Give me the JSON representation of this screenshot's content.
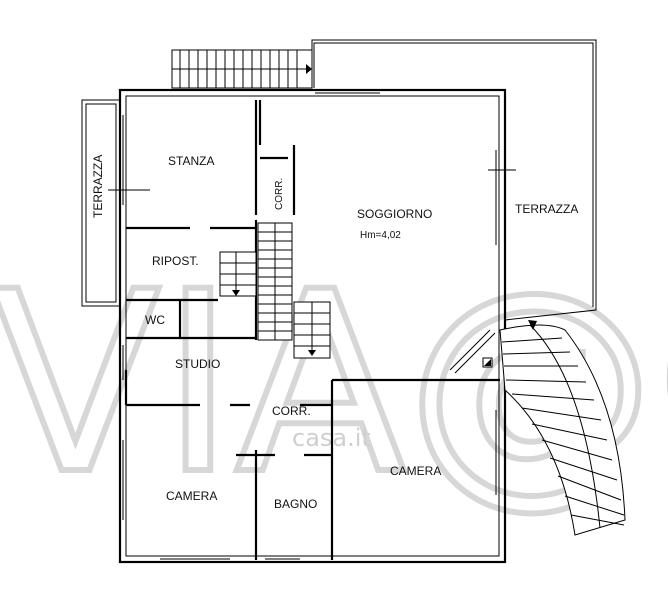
{
  "watermark": {
    "main": "VIA@CA",
    "sub": "casa.it"
  },
  "rooms": {
    "stanza": "STANZA",
    "soggiorno": "SOGGIORNO",
    "soggiorno_height": "Hm=4,02",
    "terrazza_right": "TERRAZZA",
    "terrazza_left": "TERRAZZA",
    "corr_vertical": "CORR.",
    "riposto": "RIPOST.",
    "wc": "WC",
    "studio": "STUDIO",
    "corr_horizontal": "CORR.",
    "camera_left": "CAMERA",
    "bagno": "BAGNO",
    "camera_right": "CAMERA"
  }
}
